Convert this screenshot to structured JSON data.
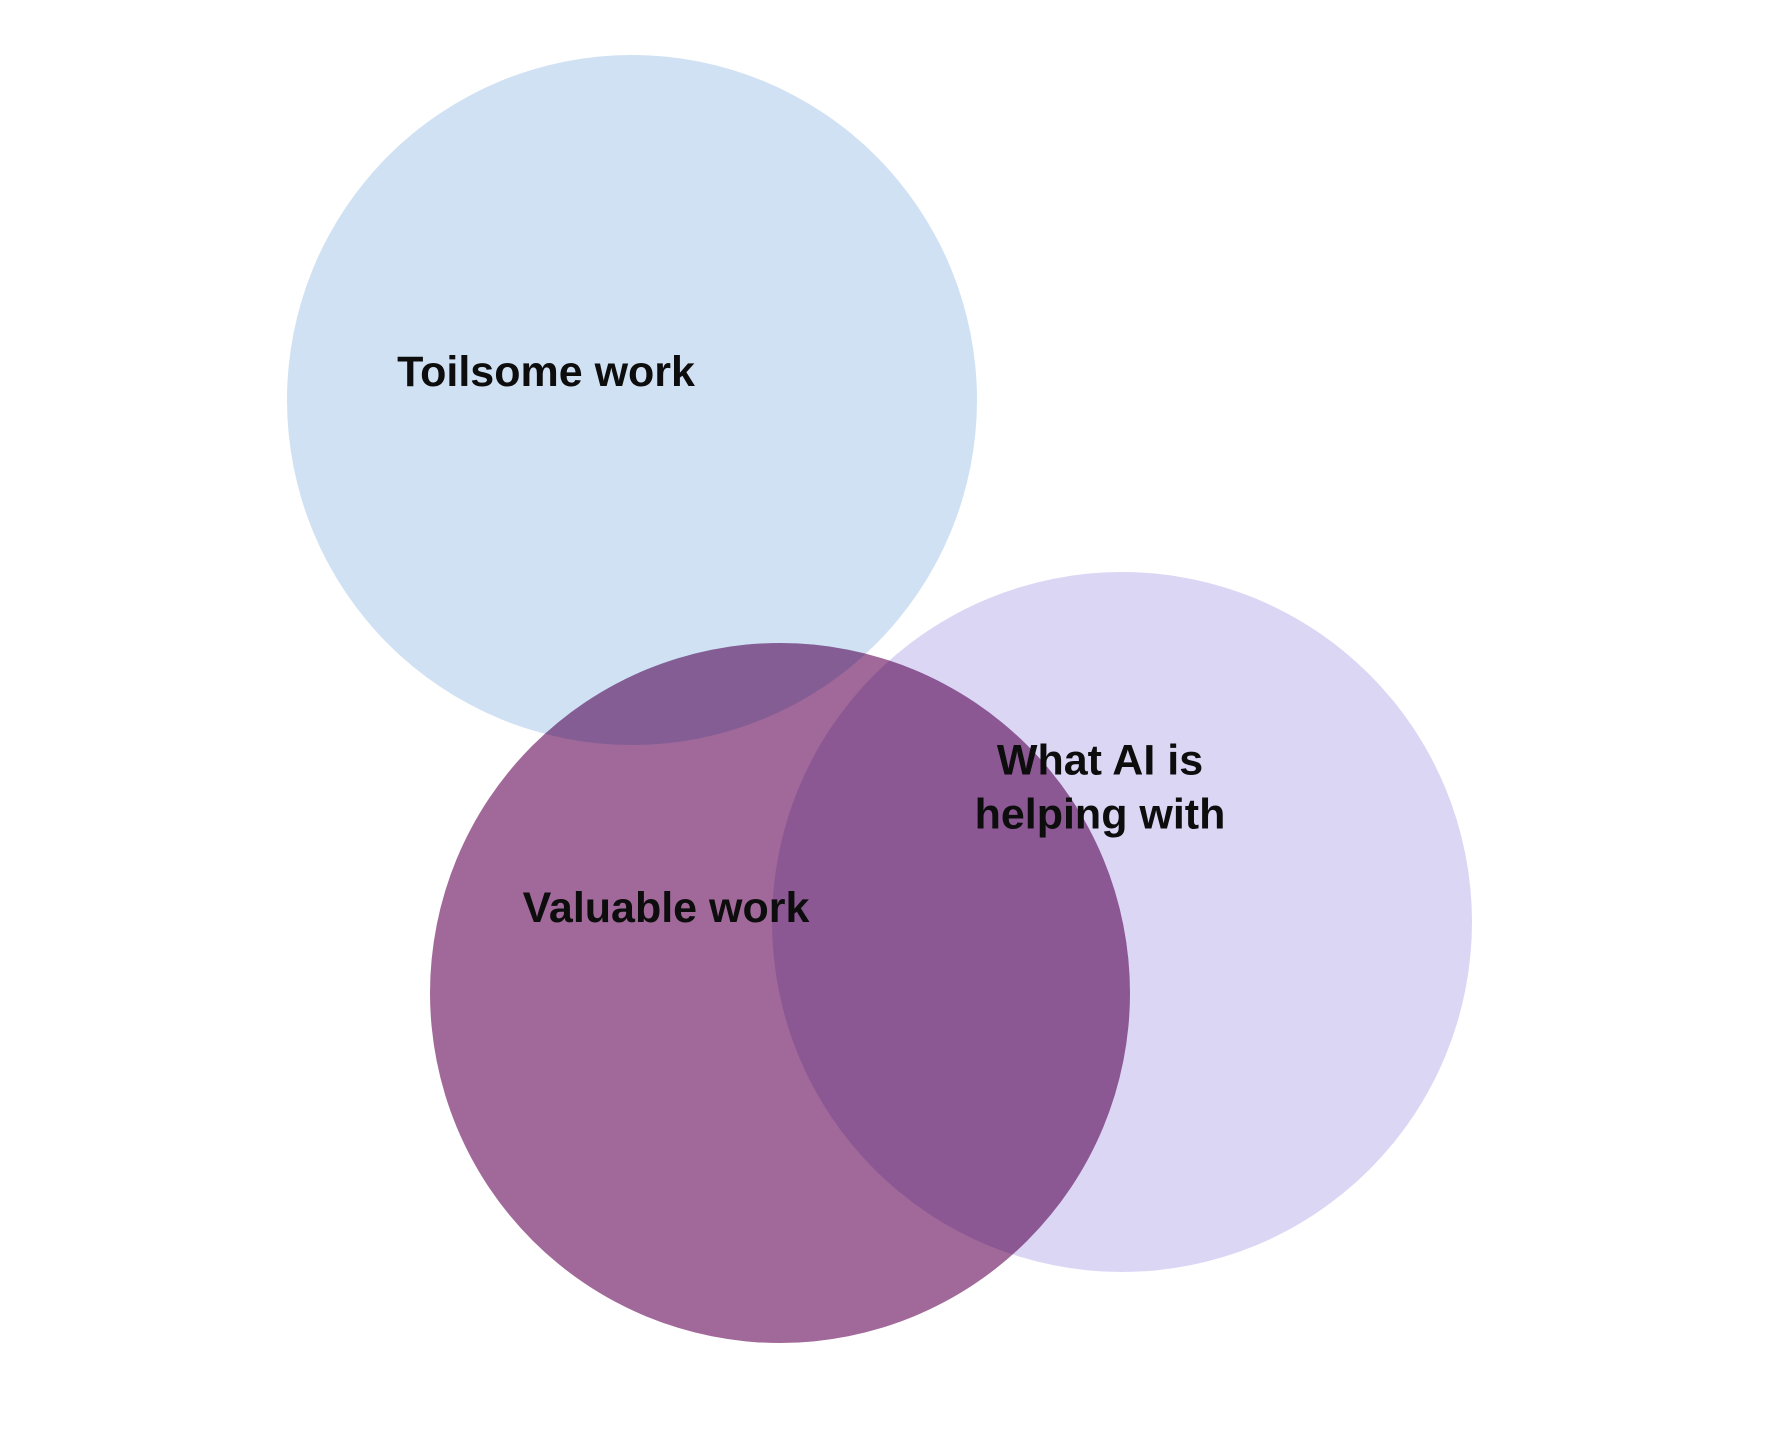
{
  "diagram": {
    "type": "venn",
    "background_color": "#ffffff",
    "text_color": "#0d0d0d",
    "circles": [
      {
        "id": "toilsome-work",
        "label": "Toilsome work",
        "color": "#cfe1f3",
        "position": "top-left"
      },
      {
        "id": "what-ai-is-helping-with",
        "label": "What AI is helping with",
        "color": "#dcd6f5",
        "position": "right"
      },
      {
        "id": "valuable-work",
        "label": "Valuable work",
        "color": "#a1699a",
        "position": "bottom-center"
      }
    ],
    "overlaps": [
      {
        "between": [
          "valuable-work",
          "toilsome-work"
        ],
        "color": "#835d93"
      },
      {
        "between": [
          "valuable-work",
          "what-ai-is-helping-with"
        ],
        "color": "#8b5894"
      }
    ]
  }
}
